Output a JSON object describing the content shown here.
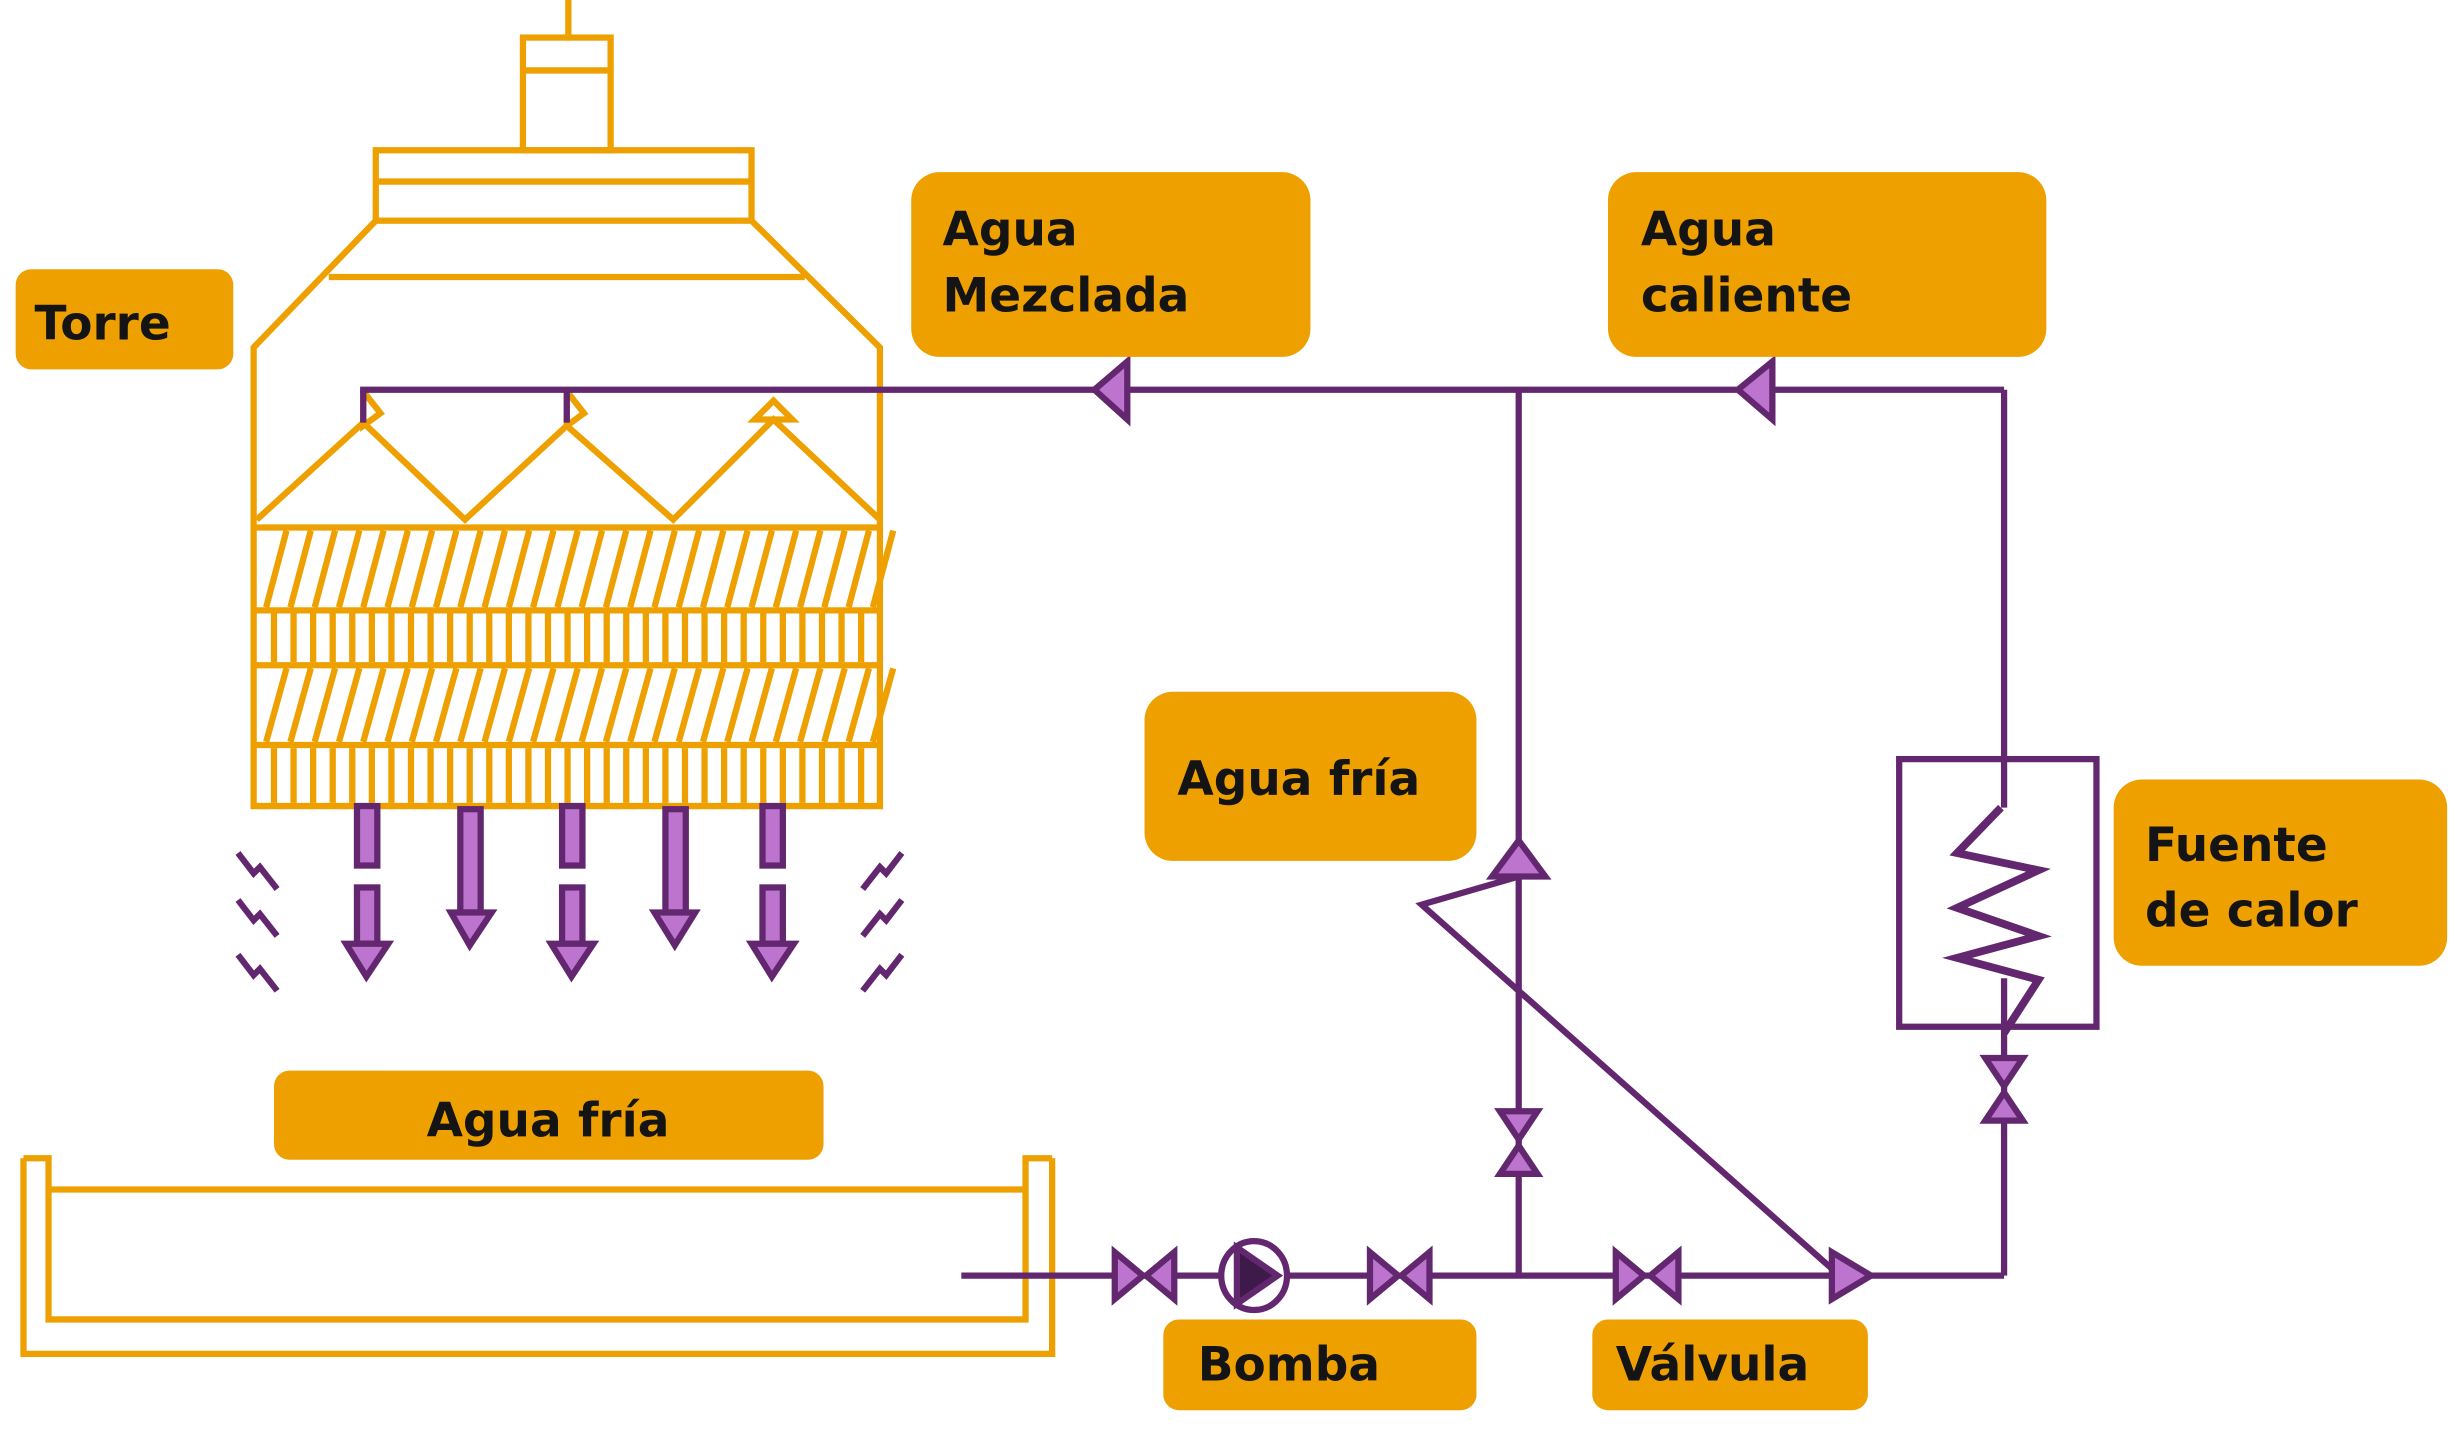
{
  "colors": {
    "tower": "#EDA000",
    "pipe": "#63276F",
    "pipe_fill": "#BC74CF",
    "label_bg": "#EDA000",
    "label_text": "#141414",
    "pump_fill": "#3E1A4A"
  },
  "labels": {
    "torre": "Torre",
    "agua_mezclada_line1": "Agua",
    "agua_mezclada_line2": "Mezclada",
    "agua_caliente_line1": "Agua",
    "agua_caliente_line2": "caliente",
    "agua_fria_right": "Agua fría",
    "fuente_line1": "Fuente",
    "fuente_line2": "de calor",
    "agua_fria_basin": "Agua fría",
    "bomba": "Bomba",
    "valvula": "Válvula"
  },
  "components": {
    "tower": "cooling-tower",
    "basin": "cold-water-basin",
    "pump": "pump-icon",
    "heat_source": "heater-coil-icon",
    "valves": [
      "valve-pump-inlet",
      "valve-pump-outlet",
      "valve-main",
      "valve-bypass",
      "valve-heater"
    ]
  }
}
